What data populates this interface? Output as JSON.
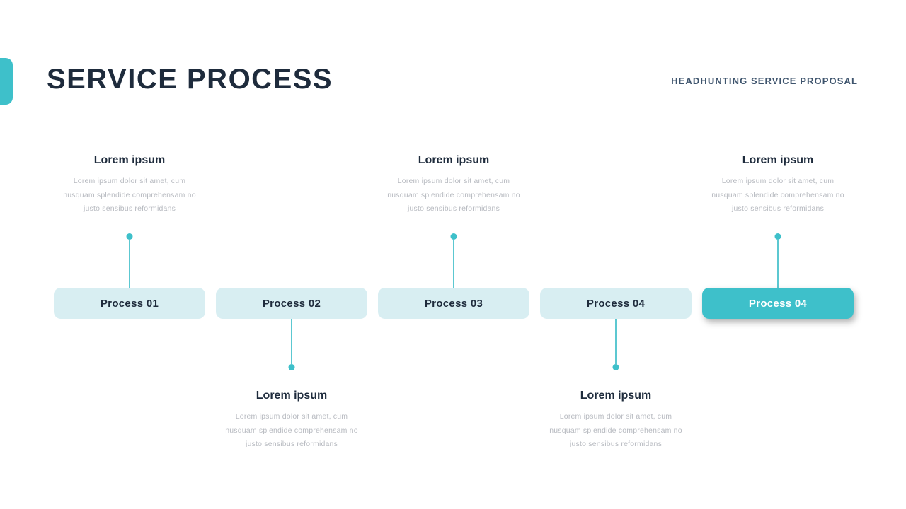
{
  "header": {
    "title": "SERVICE PROCESS",
    "subtitle": "HEADHUNTING SERVICE PROPOSAL"
  },
  "colors": {
    "accent_teal": "#3EC0CA",
    "light_teal_box": "#D8EEF2",
    "dark_navy_text": "#1E2B3C",
    "subtitle_slate": "#3E546D",
    "body_gray": "#B7BAC0"
  },
  "steps": [
    {
      "label": "Process 01",
      "active": false,
      "info_position": "above",
      "heading": "Lorem ipsum",
      "body_lines": [
        "Lorem ipsum dolor sit amet, cum",
        "nusquam splendide comprehensam no",
        "justo sensibus reformidans"
      ]
    },
    {
      "label": "Process 02",
      "active": false,
      "info_position": "below",
      "heading": "Lorem ipsum",
      "body_lines": [
        "Lorem ipsum dolor sit amet, cum",
        "nusquam splendide comprehensam no",
        "justo sensibus reformidans"
      ]
    },
    {
      "label": "Process 03",
      "active": false,
      "info_position": "above",
      "heading": "Lorem ipsum",
      "body_lines": [
        "Lorem ipsum dolor sit amet, cum",
        "nusquam splendide comprehensam no",
        "justo sensibus reformidans"
      ]
    },
    {
      "label": "Process 04",
      "active": false,
      "info_position": "below",
      "heading": "Lorem ipsum",
      "body_lines": [
        "Lorem ipsum dolor sit amet, cum",
        "nusquam splendide comprehensam no",
        "justo sensibus reformidans"
      ]
    },
    {
      "label": "Process 04",
      "active": true,
      "info_position": "above",
      "heading": "Lorem ipsum",
      "body_lines": [
        "Lorem ipsum dolor sit amet, cum",
        "nusquam splendide comprehensam no",
        "justo sensibus reformidans"
      ]
    }
  ]
}
